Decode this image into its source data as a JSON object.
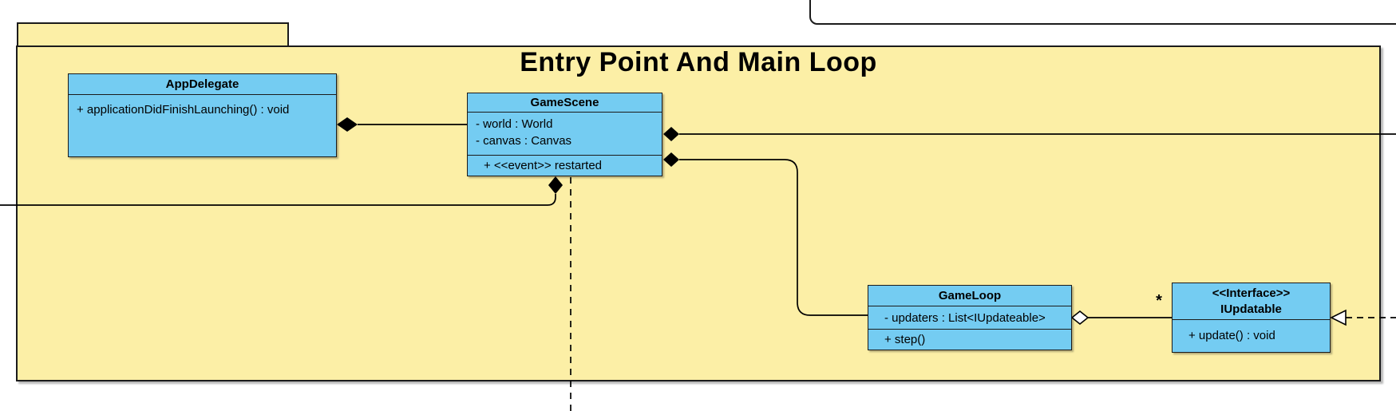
{
  "package": {
    "title": "Entry Point And Main Loop"
  },
  "classes": {
    "appDelegate": {
      "name": "AppDelegate",
      "methods": [
        "+ applicationDidFinishLaunching() : void"
      ]
    },
    "gameScene": {
      "name": "GameScene",
      "attributes": [
        "- world : World",
        "- canvas : Canvas"
      ],
      "methods": [
        "+ <<event>> restarted"
      ]
    },
    "gameLoop": {
      "name": "GameLoop",
      "attributes": [
        "- updaters : List<IUpdateable>"
      ],
      "methods": [
        "+ step()"
      ]
    },
    "iUpdatable": {
      "stereotype": "<<Interface>>",
      "name": "IUpdatable",
      "methods": [
        "+ update() : void"
      ]
    }
  },
  "labels": {
    "gameloop_iupdatable_multiplicity": "*"
  },
  "colors": {
    "package_fill": "#FCEFA6",
    "class_fill": "#74CCF2",
    "connector": "#000000"
  }
}
